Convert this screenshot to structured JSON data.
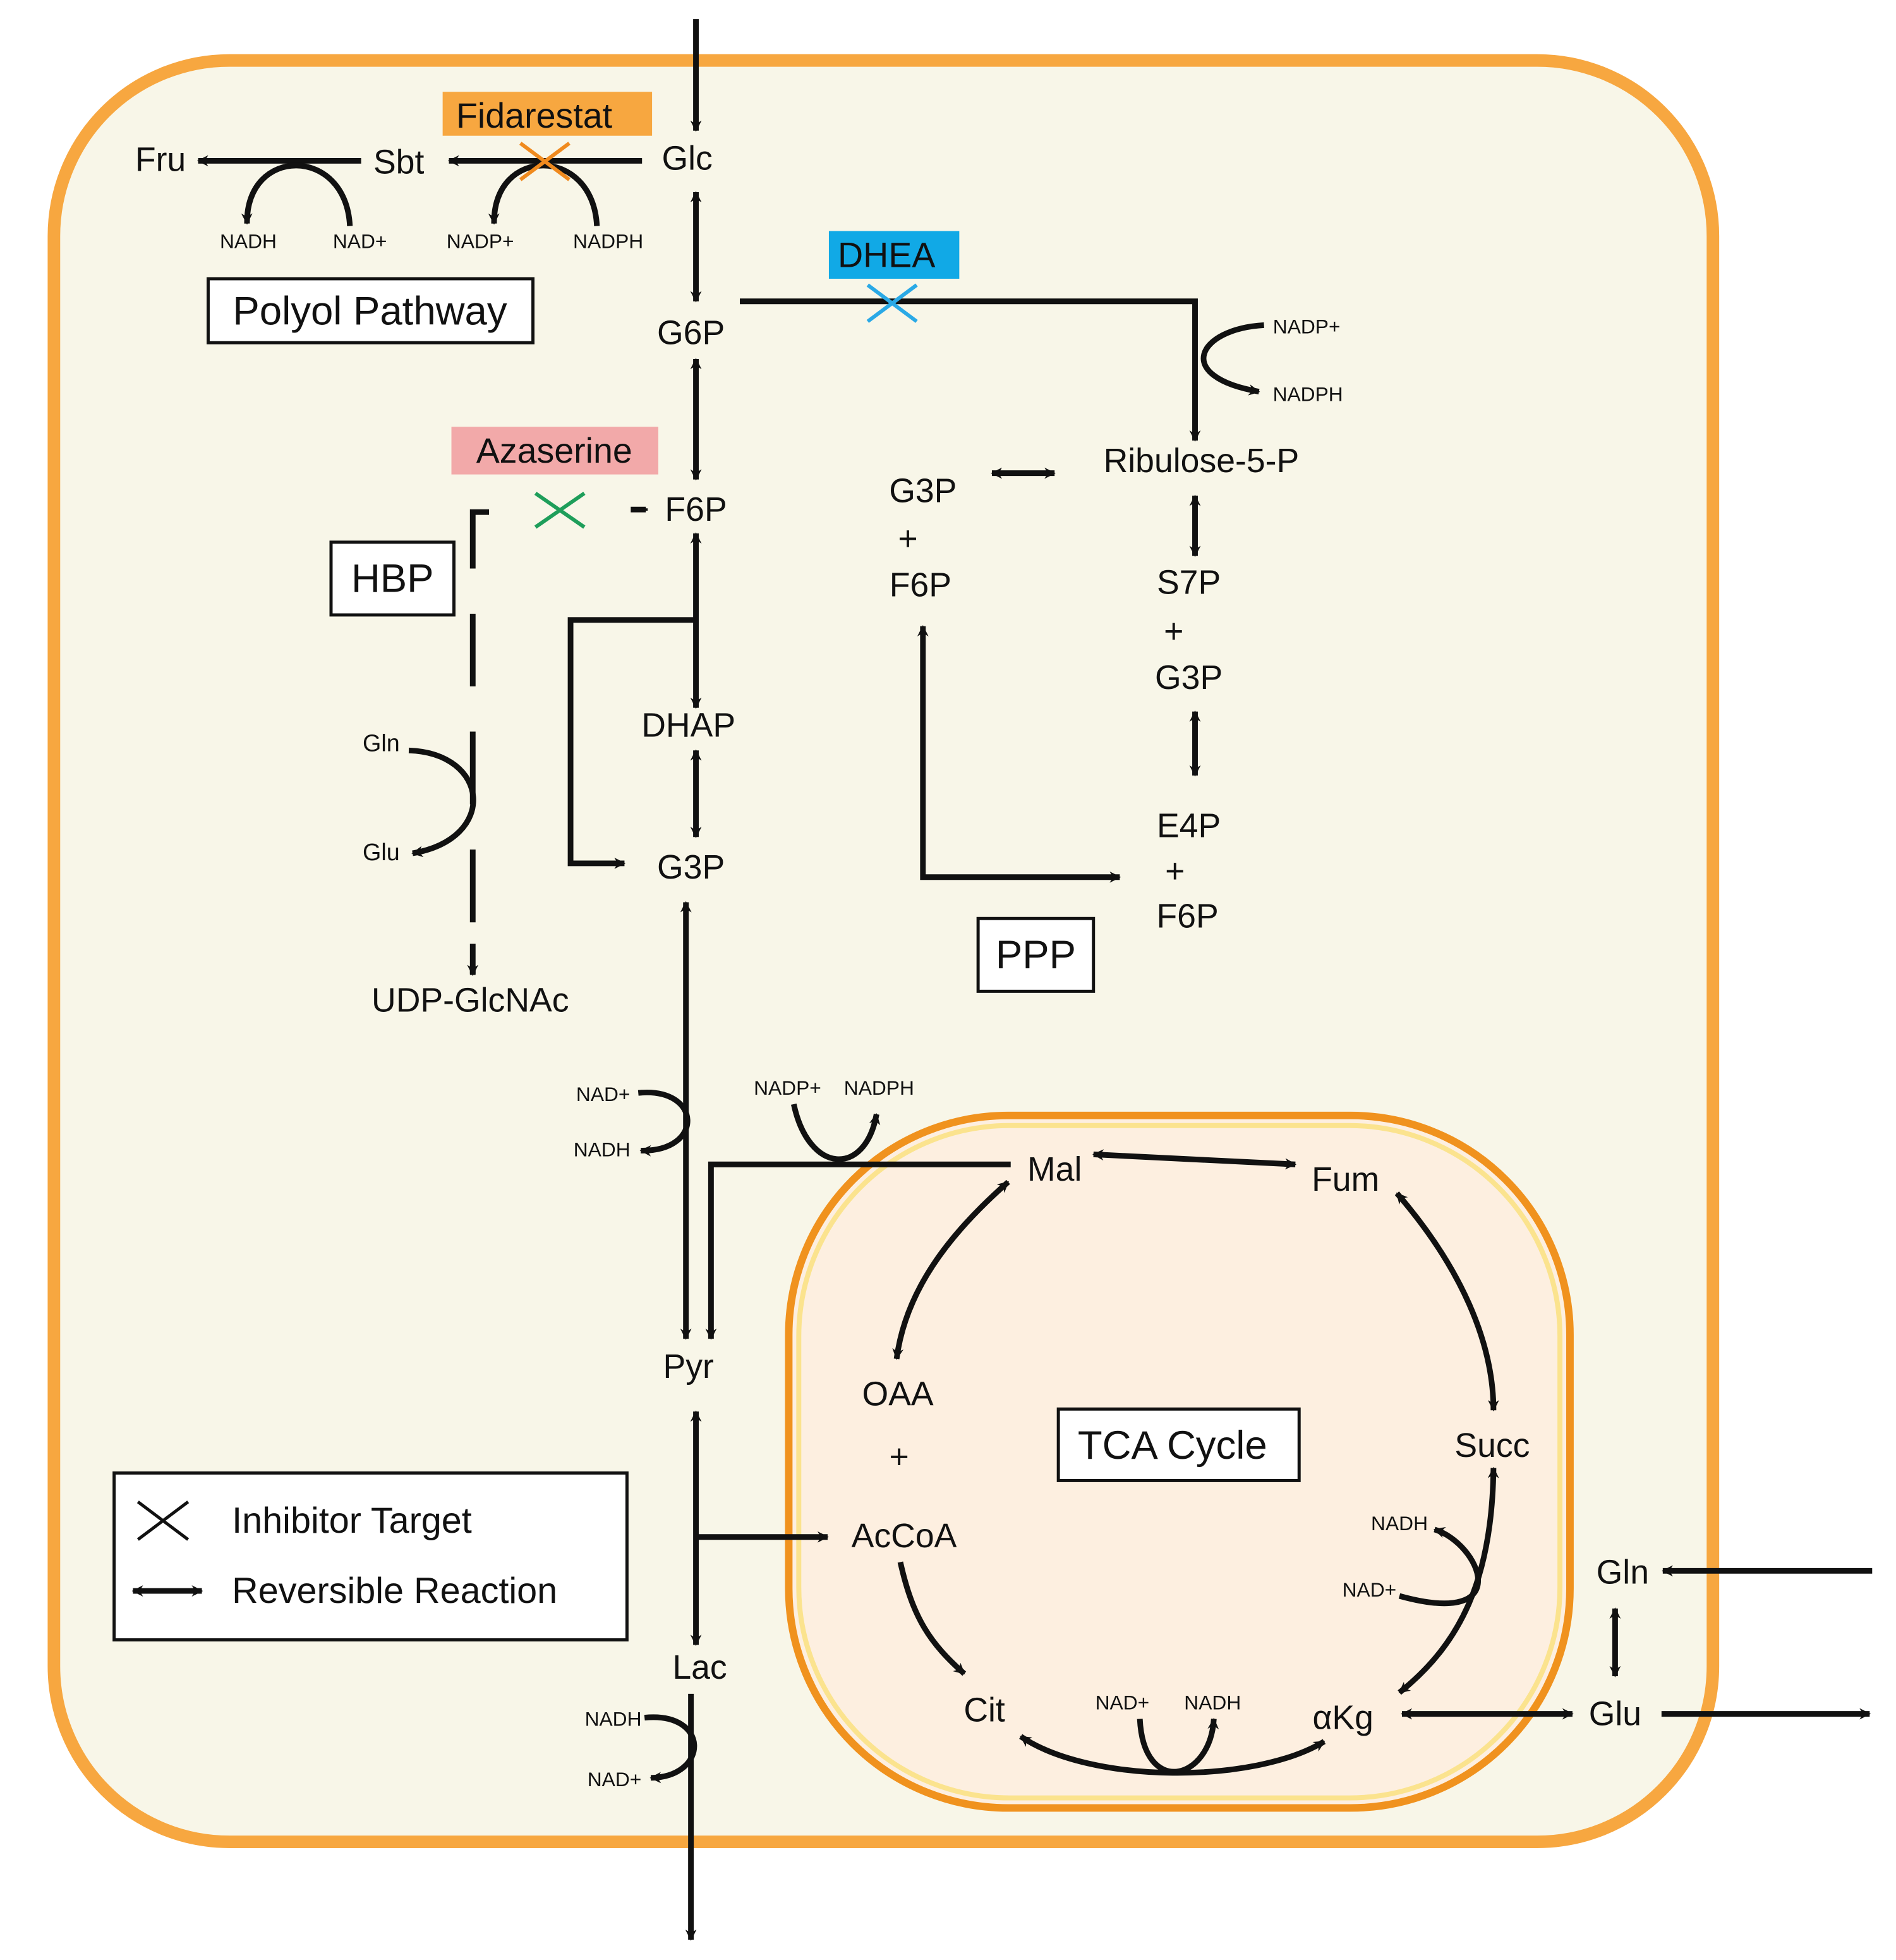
{
  "colors": {
    "cell_fill": "#F8F6E8",
    "cell_border": "#F7A740",
    "mito_fill": "#FDEFE0",
    "mito_border": "#F0921E",
    "mito_inner_border": "#FBE38E",
    "fidarestat": "#F7A740",
    "dhea": "#11A9E6",
    "azaserine": "#F2A9A9",
    "fidarestat_x": "#F08A1E",
    "dhea_x": "#2AA9E6",
    "azaserine_x": "#1E9E5A"
  },
  "inhibitors": {
    "fidarestat": "Fidarestat",
    "dhea": "DHEA",
    "azaserine": "Azaserine"
  },
  "pathways": {
    "polyol": "Polyol Pathway",
    "hbp": "HBP",
    "ppp": "PPP",
    "tca": "TCA Cycle"
  },
  "metabolites": {
    "fru": "Fru",
    "sbt": "Sbt",
    "glc": "Glc",
    "g6p": "G6P",
    "f6p": "F6P",
    "f6p_dash": "−",
    "dhap": "DHAP",
    "g3p": "G3P",
    "pyr": "Pyr",
    "lac": "Lac",
    "udp_glcnac": "UDP-GlcNAc",
    "gln_hbp": "Gln",
    "glu_hbp": "Glu",
    "ribulose5p": "Ribulose-5-P",
    "ppp_g3p_a": "G3P",
    "ppp_plus_a": "+",
    "ppp_f6p_a": "F6P",
    "s7p": "S7P",
    "ppp_plus_b": "+",
    "ppp_g3p_b": "G3P",
    "e4p": "E4P",
    "ppp_plus_c": "+",
    "ppp_f6p_c": "F6P",
    "mal": "Mal",
    "fum": "Fum",
    "succ": "Succ",
    "akg": "αKg",
    "cit": "Cit",
    "oaa": "OAA",
    "tca_plus": "+",
    "accoa": "AcCoA",
    "gln_ext": "Gln",
    "glu_ext": "Glu"
  },
  "cofactors": {
    "polyol_nadh": "NADH",
    "polyol_nad": "NAD+",
    "polyol_nadp": "NADP+",
    "polyol_nadph": "NADPH",
    "ppp_nadp": "NADP+",
    "ppp_nadph": "NADPH",
    "glyc_nad": "NAD+",
    "glyc_nadh": "NADH",
    "me_nadp": "NADP+",
    "me_nadph": "NADPH",
    "lac_nadh": "NADH",
    "lac_nad": "NAD+",
    "tca_cit_nad": "NAD+",
    "tca_cit_nadh": "NADH",
    "tca_akg_nadh": "NADH",
    "tca_akg_nad": "NAD+"
  },
  "legend": {
    "inhibitor_label": "Inhibitor Target",
    "reversible_label": "Reversible Reaction"
  }
}
